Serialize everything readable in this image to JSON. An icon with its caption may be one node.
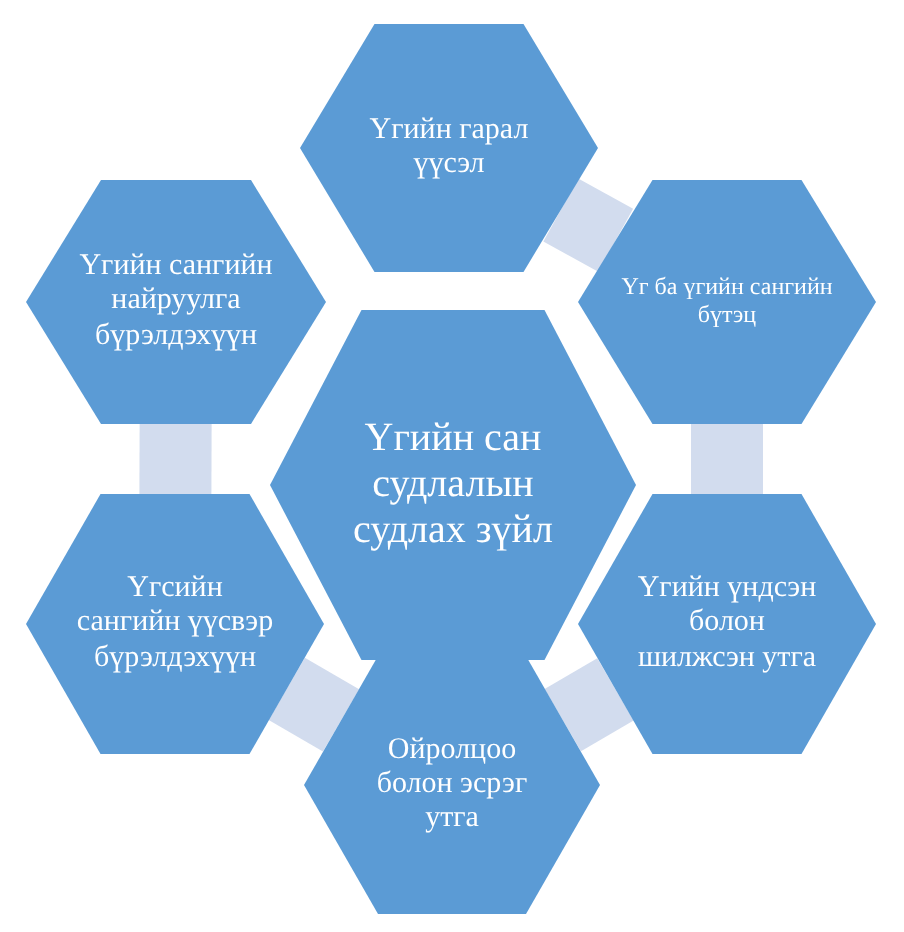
{
  "diagram": {
    "nodes": [
      {
        "text": [
          "Үгийн сан судлалын судлах зүйл"
        ]
      },
      {
        "text": [
          "Үгийн гарал үүсэл"
        ]
      },
      {
        "text": [
          "Үг ба үгийн сангийн бүтэц"
        ]
      },
      {
        "text": [
          "Үгийн үндсэн болон шилжсэн утга"
        ]
      },
      {
        "text": [
          "Ойролцоо болон эсрэг утга"
        ]
      },
      {
        "text": [
          "Үгсийн сангийн үүсвэр бүрэлдэхүүн"
        ]
      },
      {
        "text": [
          "Үгийн сангийн найруулга бүрэлдэхүүн"
        ]
      }
    ],
    "edges": [
      {
        "from": 1,
        "to": 2,
        "arrow": "none"
      },
      {
        "from": 2,
        "to": 3,
        "arrow": "none"
      },
      {
        "from": 3,
        "to": 4,
        "arrow": "none"
      },
      {
        "from": 4,
        "to": 5,
        "arrow": "none"
      },
      {
        "from": 5,
        "to": 6,
        "arrow": "none"
      }
    ]
  }
}
